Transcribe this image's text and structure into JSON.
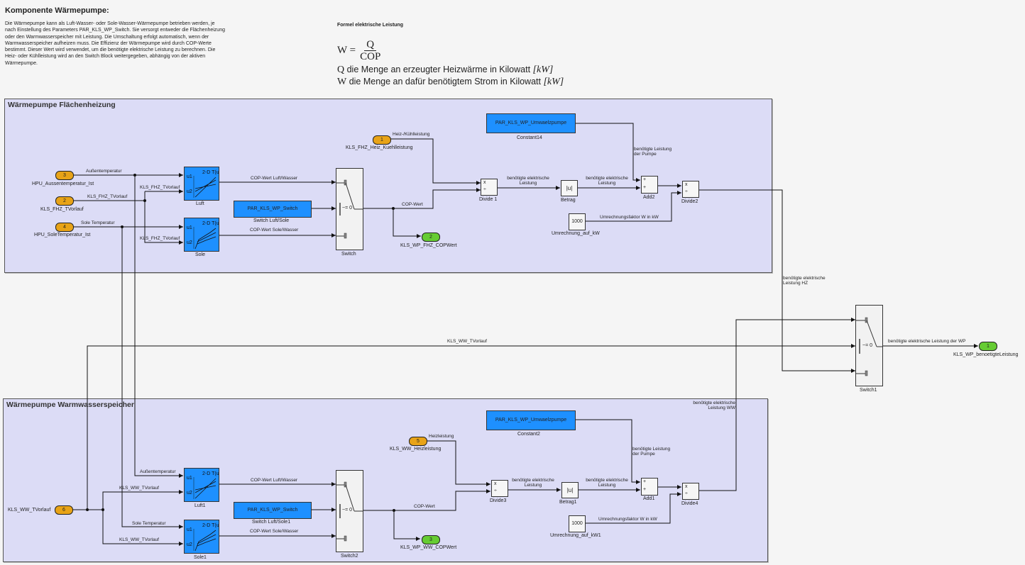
{
  "description": {
    "title": "Komponente Wärmepumpe:",
    "text": "Die Wärmepumpe kann als Luft-Wasser- oder Sole-Wasser-Wärmepumpe betrieben werden, je nach Einstellung des Parameters PAR_KLS_WP_Switch. Sie versorgt entweder die Flächenheizung oder den Warmwasserspeicher mit Leistung. Die Umschaltung erfolgt automatisch, wenn der Warmwasserspeicher aufheizen muss. Die Effizienz der Wärmepumpe wird durch COP-Werte bestimmt. Dieser Wert wird verwendet, um die benötigte elektrische Leistung zu berechnen. Die Heiz- oder Kühlleistung wird an den Switch Block weitergegeben, abhängig von der aktiven Wärmepumpe."
  },
  "formula": {
    "title": "Formel elektrische Leistung",
    "lhs": "W =",
    "numerator": "Q",
    "denominator": "COP",
    "line1_sym": "Q",
    "line1_text": " die Menge an erzeugter Heizwärme in Kilowatt ",
    "line1_unit": "[kW]",
    "line2_sym": "W",
    "line2_text": " die Menge an dafür benötigtem Strom in Kilowatt ",
    "line2_unit": "[kW]"
  },
  "subsystem_fhz": {
    "title": "Wärmepumpe  Flächenheizung",
    "inports": [
      {
        "num": "3",
        "name": "HPU_Aussentemperatur_Ist",
        "signal": "Außentemperatur"
      },
      {
        "num": "2",
        "name": "KLS_FHZ_TVorlauf",
        "signal": "KLS_FHZ_TVorlauf"
      },
      {
        "num": "4",
        "name": "HPU_SoleTemperatur_Ist",
        "signal": "Sole Temperatur"
      },
      {
        "num": "1",
        "name": "KLS_FHZ_Heiz_Kuehlleistung",
        "signal": "Heiz-/Kühlleistung"
      }
    ],
    "lut_luft": {
      "name": "Luft",
      "header": "2-D T(u)",
      "in1": "u1",
      "in2": "u2",
      "in2_signal": "KLS_FHZ_TVorlauf",
      "out_signal": "COP-Wert Luft/Wasser"
    },
    "lut_sole": {
      "name": "Sole",
      "header": "2-D T(u)",
      "in1": "u1",
      "in2": "u2",
      "in2_signal": "KLS_FHZ_TVorlauf",
      "out_signal": "COP-Wert Sole/Wasser"
    },
    "switch_const": {
      "value": "PAR_KLS_WP_Switch",
      "name": "Switch Luft/Sole"
    },
    "switch": {
      "name": "Switch",
      "criteria": "~= 0",
      "out_signal": "COP-Wert"
    },
    "outport_cop": {
      "num": "2",
      "name": "KLS_WP_FHZ_COPWert"
    },
    "divide": {
      "name": "Divide 1",
      "op1": "x",
      "op2": "÷",
      "out_signal": "benötigte elektrische Leistung"
    },
    "abs": {
      "name": "Betrag",
      "symbol": "|u|",
      "out_signal": "benötigte elektrische Leistung"
    },
    "pump_const": {
      "value": "PAR_KLS_WP_Umwaelzpumpe",
      "name": "Constant14",
      "signal": "benötigte Leistung der Pumpe"
    },
    "add": {
      "name": "Add2",
      "op1": "+",
      "op2": "+"
    },
    "conv_const": {
      "value": "1000",
      "name": "Umrechnung_auf_kW",
      "signal": "Umrechnungsfaktor W in kW"
    },
    "divide2": {
      "name": "Divide2",
      "op1": "x",
      "op2": "÷"
    },
    "out_signal": "benötigte elektrische Leistung HZ"
  },
  "subsystem_ww": {
    "title": "Wärmepumpe Warmwasserspeicher",
    "inports": [
      {
        "num": "6",
        "name": "KLS_WW_TVorlauf",
        "signal": "KLS_WW_TVorlauf"
      },
      {
        "num": "5",
        "name": "KLS_WW_Heizleistung",
        "signal": "Heizleistung"
      }
    ],
    "lut_luft": {
      "name": "Luft1",
      "header": "2-D T(u)",
      "in1": "u1",
      "in2": "u2",
      "in1_signal": "Außentemperatur",
      "in2_signal": "KLS_WW_TVorlauf",
      "out_signal": "COP-Wert Luft/Wasser"
    },
    "lut_sole": {
      "name": "Sole1",
      "header": "2-D T(u)",
      "in1": "u1",
      "in2": "u2",
      "in1_signal": "Sole Temperatur",
      "in2_signal": "KLS_WW_TVorlauf",
      "out_signal": "COP-Wert Sole/Wasser"
    },
    "switch_const": {
      "value": "PAR_KLS_WP_Switch",
      "name": "Switch Luft/Sole1"
    },
    "switch": {
      "name": "Switch2",
      "criteria": "~= 0",
      "out_signal": "COP-Wert"
    },
    "outport_cop": {
      "num": "3",
      "name": "KLS_WP_WW_COPWert"
    },
    "divide": {
      "name": "Divide3",
      "op1": "x",
      "op2": "÷",
      "out_signal": "benötigte elektrische Leistung"
    },
    "abs": {
      "name": "Betrag1",
      "symbol": "|u|",
      "out_signal": "benötigte elektrische Leistung"
    },
    "pump_const": {
      "value": "PAR_KLS_WP_Umwaelzpumpe",
      "name": "Constant2",
      "signal": "benötigte Leistung der Pumpe"
    },
    "add": {
      "name": "Add1",
      "op1": "+",
      "op2": "+"
    },
    "conv_const": {
      "value": "1000",
      "name": "Umrechnung_auf_kW1",
      "signal": "Umrechnungsfaktor W in kW"
    },
    "divide2": {
      "name": "Divide4",
      "op1": "x",
      "op2": "÷"
    },
    "out_signal": "benötigte elektrische Leistung WW"
  },
  "top": {
    "ww_vorlauf_signal": "KLS_WW_TVorlauf",
    "switch1": {
      "name": "Switch1",
      "criteria": "~= 0",
      "out_signal": "benötigte elektrische Leistung der WP"
    },
    "outport": {
      "num": "1",
      "name": "KLS_WP_benoetigteLeistung"
    }
  }
}
